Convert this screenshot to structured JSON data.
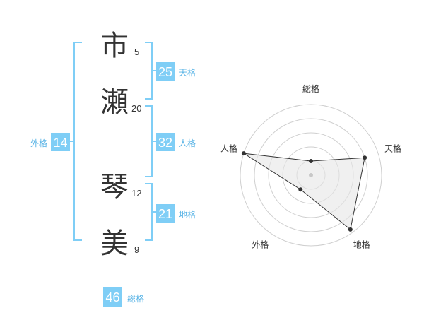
{
  "colors": {
    "accent": "#7fcef6",
    "accent_text": "#5ab4e6",
    "text": "#333333",
    "grid": "#cfcfcf",
    "fill": "#e6e6e6",
    "line": "#333333"
  },
  "name": {
    "chars": [
      {
        "char": "市",
        "strokes": "5"
      },
      {
        "char": "瀬",
        "strokes": "20"
      },
      {
        "char": "琴",
        "strokes": "12"
      },
      {
        "char": "美",
        "strokes": "9"
      }
    ]
  },
  "scores": {
    "tenkaku": {
      "value": "25",
      "label": "天格"
    },
    "jinkaku": {
      "value": "32",
      "label": "人格"
    },
    "chikaku": {
      "value": "21",
      "label": "地格"
    },
    "gaikaku": {
      "value": "14",
      "label": "外格"
    },
    "soukaku": {
      "value": "46",
      "label": "総格"
    }
  },
  "chart_data": {
    "type": "radar",
    "axes": [
      "総格",
      "天格",
      "地格",
      "外格",
      "人格"
    ],
    "values": [
      0.2,
      0.8,
      0.95,
      0.25,
      1.0
    ],
    "max": 1.0,
    "rings": 5,
    "grid": true,
    "legend": "none"
  }
}
